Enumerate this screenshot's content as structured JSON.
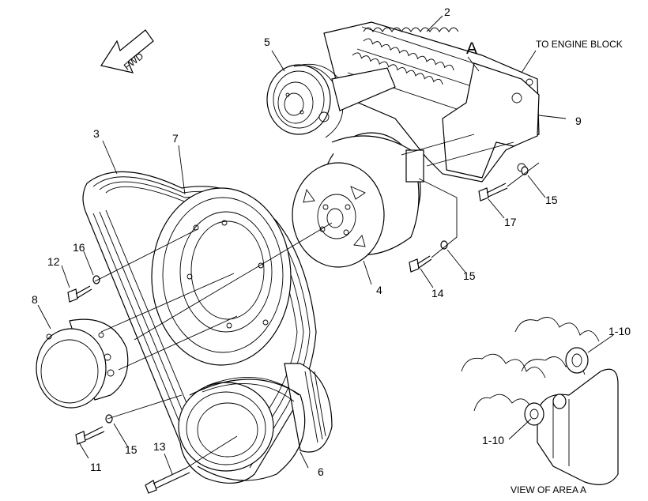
{
  "callouts": {
    "c1": "1-10",
    "c2": "1-10",
    "c3": "2",
    "c4": "3",
    "c5": "4",
    "c6": "5",
    "c7": "6",
    "c8": "7",
    "c9": "8",
    "c10": "9",
    "c11": "11",
    "c12": "12",
    "c13": "13",
    "c14": "14",
    "c15": "15",
    "c16": "15",
    "c17": "15",
    "c18": "16",
    "c19": "17"
  },
  "labels": {
    "to_engine_block": "TO ENGINE BLOCK",
    "area_letter": "A",
    "view_of_area": "VIEW OF AREA A",
    "fwd": "FWD"
  }
}
